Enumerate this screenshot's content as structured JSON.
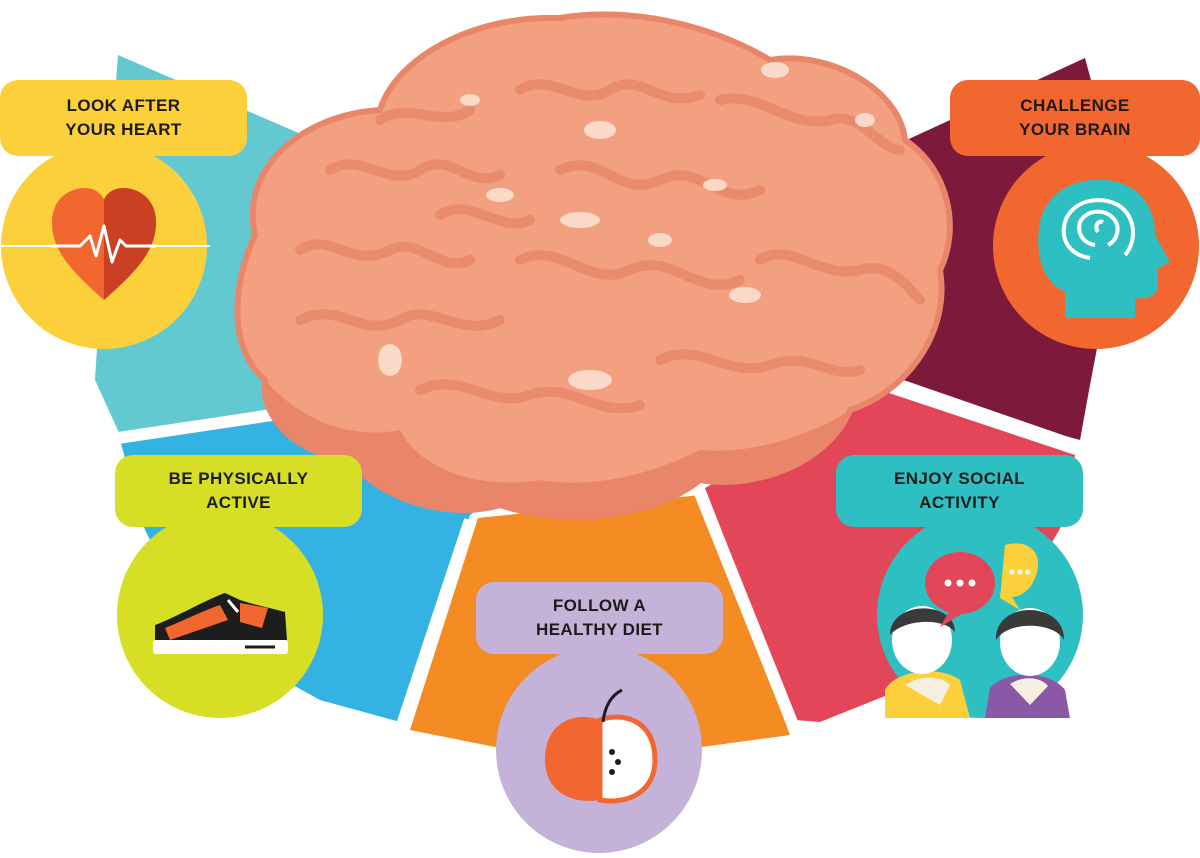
{
  "colors": {
    "teal_segment": "#62c9d1",
    "blue_segment": "#34b2e2",
    "orange_segment": "#f48b23",
    "red_segment": "#e34658",
    "maroon_segment": "#7d1a3b",
    "heart_yellow": "#fcd03a",
    "active_green": "#d6df26",
    "diet_purple": "#c5b2d8",
    "social_teal": "#2dbfc2",
    "brain_orange": "#f2662f",
    "brain_pink": "#f3a080"
  },
  "center": {
    "icon": "brain-illustration"
  },
  "items": [
    {
      "id": "heart",
      "label": "LOOK AFTER\nYOUR HEART",
      "icon": "heart-pulse-icon"
    },
    {
      "id": "active",
      "label": "BE PHYSICALLY\nACTIVE",
      "icon": "sneaker-icon"
    },
    {
      "id": "diet",
      "label": "FOLLOW A\nHEALTHY DIET",
      "icon": "apple-icon"
    },
    {
      "id": "social",
      "label": "ENJOY SOCIAL\nACTIVITY",
      "icon": "people-chat-icon"
    },
    {
      "id": "brain",
      "label": "CHALLENGE\nYOUR BRAIN",
      "icon": "head-maze-icon"
    }
  ]
}
